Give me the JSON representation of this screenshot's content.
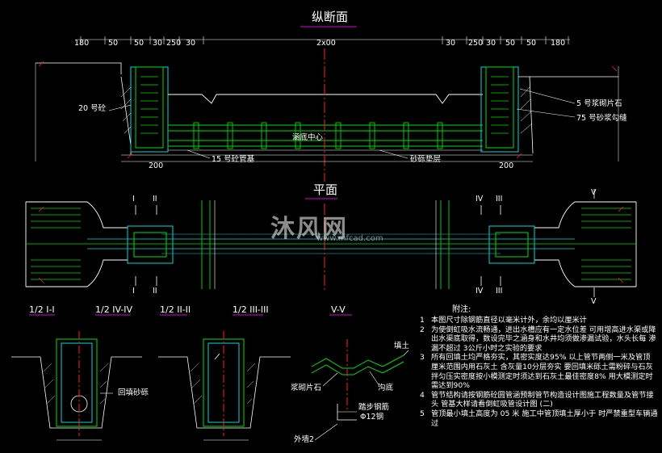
{
  "titles": {
    "longitudinal": "纵断面",
    "plan": "平面"
  },
  "labels": {
    "c20": "20 号砼",
    "c15_base": "15 号砼管基",
    "culvert_center": "涵底中心",
    "gravel_bed": "砂砾垫层",
    "stone_m5": "5 号浆砌片石",
    "m75_pointing": "75 号砂浆勾缝",
    "backfill_sand": "回填砂砾",
    "stone_laid": "浆砌片石",
    "fill": "填土",
    "ditch_bottom": "沟底",
    "step_rebar": "踏步钢筋",
    "rebar_dia": "Φ12钢",
    "outer_wall": "外墙2"
  },
  "dims": {
    "top_row": [
      "180",
      "50",
      "50",
      "30",
      "250",
      "30",
      "2x00",
      "30",
      "250",
      "30",
      "50",
      "50",
      "180"
    ],
    "bottom_left": "200",
    "bottom_right": "200"
  },
  "sections": [
    "1/2 I-I",
    "1/2 IV-IV",
    "1/2 II-II",
    "1/2 III-III",
    "V-V"
  ],
  "section_markers": [
    "I",
    "I",
    "II",
    "II",
    "III",
    "III",
    "IV",
    "IV",
    "V",
    "V"
  ],
  "notes": {
    "heading": "附注:",
    "items": [
      {
        "num": "1",
        "text": "本图尺寸除钢筋直径以毫米计外，余均以厘米计"
      },
      {
        "num": "2",
        "text": "为使倒虹吸水流畅通，进出水槽应有一定水位差 可用增高进水渠或降出水渠底取得，数设完毕之涵身和水井均须做渗漏试验，水头长每 渗漏不超过 3公斤小时之实验的要求"
      },
      {
        "num": "3",
        "text": "所有回填土均严格夯实，其密实度达95% 以上管节两侧一米及管顶 厘米范围内用石灰土 含灰量10分层夯实 要回填米砾土需粉碎与石灰拌匀压实密度按小模测定时须达到石灰土最佳密度8% 用大模测定时 需达到90%"
      },
      {
        "num": "4",
        "text": "管节结构请按钢筋砼圆管涵预制管节构造设计图施工程数量及管节接头 管基大样请看倒虹吸管设计图 (二)"
      },
      {
        "num": "5",
        "text": "管顶最小填土高度为 05 米 施工中管顶填土厚小于 时严禁重型车辆通过"
      }
    ]
  },
  "watermark": {
    "brand": "沐风网",
    "url": "www.mfcad.com"
  },
  "colors": {
    "green": "#00e000",
    "cyan": "#00d8d8",
    "red": "#ff2020",
    "magenta": "#e000e0",
    "white": "#ffffff",
    "yellow": "#e8e800",
    "blue": "#4060ff"
  }
}
